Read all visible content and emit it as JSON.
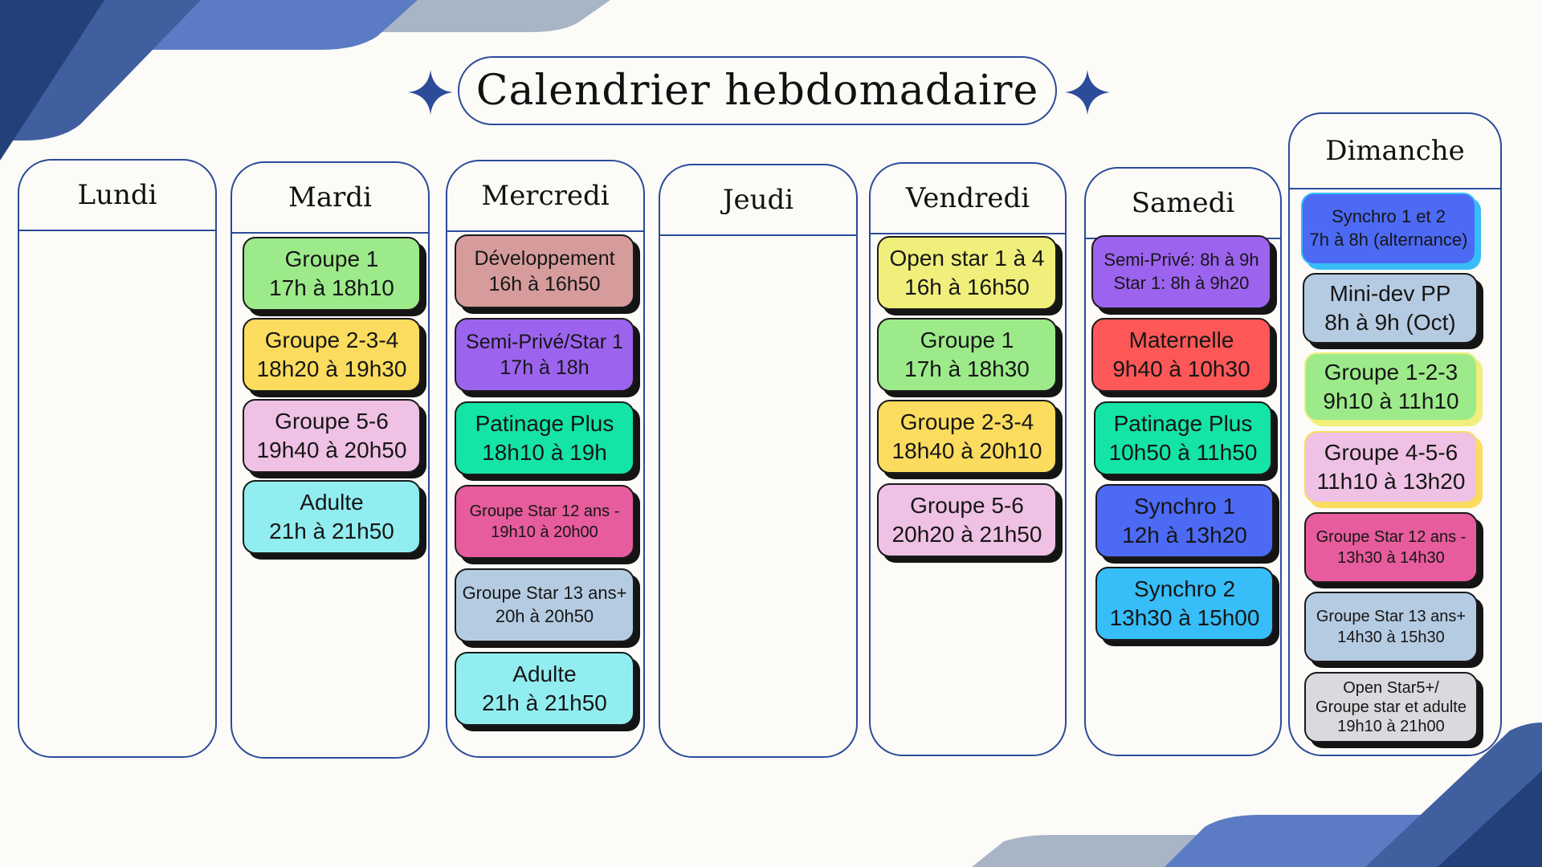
{
  "title": "Calendrier hebdomadaire",
  "colors": {
    "frame_blue": "#2c4b9a",
    "background": "#fcfbf7",
    "green": "#9dea8a",
    "yellow": "#fbdc5e",
    "pink_light": "#efc1e4",
    "cyan": "#92edf0",
    "rose_brown": "#d69c9c",
    "purple": "#9c63ee",
    "teal": "#14e4a6",
    "magenta": "#e65c9c",
    "light_blue": "#b5cbe2",
    "lime_yellow": "#f0ef7b",
    "red": "#fd5757",
    "blue": "#4c6af4",
    "sky": "#37bdf7",
    "grey": "#d8dadd"
  },
  "days": {
    "lundi": "Lundi",
    "mardi": "Mardi",
    "mercredi": "Mercredi",
    "jeudi": "Jeudi",
    "vendredi": "Vendredi",
    "samedi": "Samedi",
    "dimanche": "Dimanche"
  },
  "mardi": [
    {
      "name": "Groupe 1",
      "time": "17h à 18h10"
    },
    {
      "name": "Groupe 2-3-4",
      "time": "18h20 à 19h30"
    },
    {
      "name": "Groupe 5-6",
      "time": "19h40 à 20h50"
    },
    {
      "name": "Adulte",
      "time": "21h à 21h50"
    }
  ],
  "mercredi": [
    {
      "name": "Développement",
      "time": "16h à 16h50"
    },
    {
      "name": "Semi-Privé/Star 1",
      "time": "17h à 18h"
    },
    {
      "name": "Patinage Plus",
      "time": "18h10 à 19h"
    },
    {
      "name": "Groupe Star 12 ans -",
      "time": "19h10 à 20h00"
    },
    {
      "name": "Groupe Star 13 ans+",
      "time": "20h à 20h50"
    },
    {
      "name": "Adulte",
      "time": "21h à 21h50"
    }
  ],
  "vendredi": [
    {
      "name": "Open star 1 à 4",
      "time": "16h à 16h50"
    },
    {
      "name": "Groupe 1",
      "time": "17h à 18h30"
    },
    {
      "name": "Groupe 2-3-4",
      "time": "18h40 à  20h10"
    },
    {
      "name": "Groupe 5-6",
      "time": "20h20 à 21h50"
    }
  ],
  "samedi": [
    {
      "line1": "Semi-Privé:  8h à 9h",
      "line2": "Star 1: 8h à 9h20"
    },
    {
      "name": "Maternelle",
      "time": "9h40 à 10h30"
    },
    {
      "name": "Patinage Plus",
      "time": "10h50 à 11h50"
    },
    {
      "name": "Synchro 1",
      "time": "12h à 13h20"
    },
    {
      "name": "Synchro 2",
      "time": "13h30 à 15h00"
    }
  ],
  "dimanche": [
    {
      "name": "Synchro 1 et  2",
      "time": "7h à 8h (alternance)"
    },
    {
      "name": "Mini-dev PP",
      "time": "8h à 9h (Oct)"
    },
    {
      "name": "Groupe 1-2-3",
      "time": "9h10 à 11h10"
    },
    {
      "name": "Groupe 4-5-6",
      "time": "11h10 à 13h20"
    },
    {
      "name": "Groupe Star 12 ans -",
      "time": "13h30 à 14h30"
    },
    {
      "name": "Groupe Star 13 ans+",
      "time": "14h30 à 15h30"
    },
    {
      "line1": "Open  Star5+/",
      "line2": "Groupe star et adulte",
      "line3": "19h10 à 21h00"
    }
  ]
}
